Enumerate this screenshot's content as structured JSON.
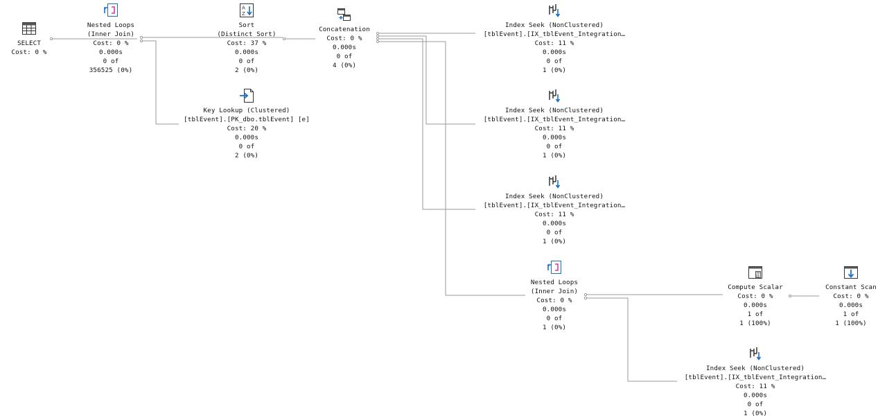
{
  "plan": {
    "select": {
      "op": "SELECT",
      "cost": "Cost: 0 %"
    },
    "nested_loops_1": {
      "op": "Nested Loops",
      "type": "(Inner Join)",
      "cost": "Cost: 0 %",
      "time": "0.000s",
      "rows": "0 of",
      "est": "356525 (0%)"
    },
    "sort": {
      "op": "Sort",
      "type": "(Distinct Sort)",
      "cost": "Cost: 37 %",
      "time": "0.000s",
      "rows": "0 of",
      "est": "2 (0%)"
    },
    "key_lookup": {
      "op": "Key Lookup (Clustered)",
      "object": "[tblEvent].[PK_dbo.tblEvent] [e]",
      "cost": "Cost: 20 %",
      "time": "0.000s",
      "rows": "0 of",
      "est": "2 (0%)"
    },
    "concatenation": {
      "op": "Concatenation",
      "cost": "Cost: 0 %",
      "time": "0.000s",
      "rows": "0 of",
      "est": "4 (0%)"
    },
    "index_seek_1": {
      "op": "Index Seek (NonClustered)",
      "object": "[tblEvent].[IX_tblEvent_Integration…",
      "cost": "Cost: 11 %",
      "time": "0.000s",
      "rows": "0 of",
      "est": "1 (0%)"
    },
    "index_seek_2": {
      "op": "Index Seek (NonClustered)",
      "object": "[tblEvent].[IX_tblEvent_Integration…",
      "cost": "Cost: 11 %",
      "time": "0.000s",
      "rows": "0 of",
      "est": "1 (0%)"
    },
    "index_seek_3": {
      "op": "Index Seek (NonClustered)",
      "object": "[tblEvent].[IX_tblEvent_Integration…",
      "cost": "Cost: 11 %",
      "time": "0.000s",
      "rows": "0 of",
      "est": "1 (0%)"
    },
    "nested_loops_2": {
      "op": "Nested Loops",
      "type": "(Inner Join)",
      "cost": "Cost: 0 %",
      "time": "0.000s",
      "rows": "0 of",
      "est": "1 (0%)"
    },
    "compute_scalar": {
      "op": "Compute Scalar",
      "cost": "Cost: 0 %",
      "time": "0.000s",
      "rows": "1 of",
      "est": "1 (100%)"
    },
    "constant_scan": {
      "op": "Constant Scan",
      "cost": "Cost: 0 %",
      "time": "0.000s",
      "rows": "1 of",
      "est": "1 (100%)"
    },
    "index_seek_4": {
      "op": "Index Seek (NonClustered)",
      "object": "[tblEvent].[IX_tblEvent_Integration…",
      "cost": "Cost: 11 %",
      "time": "0.000s",
      "rows": "0 of",
      "est": "1 (0%)"
    }
  }
}
